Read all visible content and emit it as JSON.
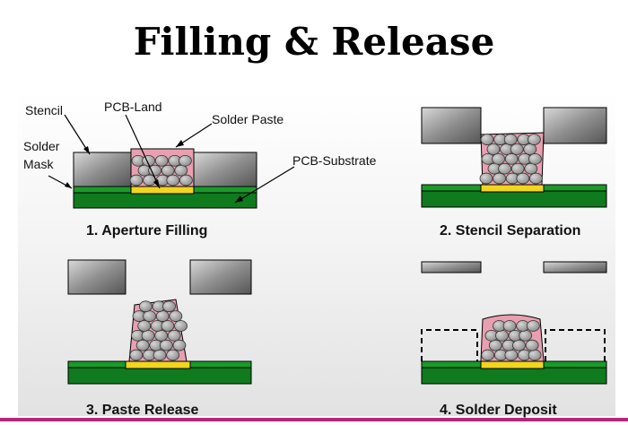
{
  "title": "Filling & Release",
  "labels": {
    "stencil": "Stencil",
    "pcb_land": "PCB-Land",
    "solder_paste": "Solder Paste",
    "solder": "Solder",
    "mask": "Mask",
    "pcb_substrate": "PCB-Substrate"
  },
  "steps": [
    "1. Aperture Filling",
    "2. Stencil Separation",
    "3. Paste Release",
    "4. Solder Deposit"
  ],
  "colors": {
    "substrate": "#0f7a1e",
    "land": "#f2d51f",
    "stencil": "#8a8a8a",
    "paste_ball": "#a6a6a6",
    "paste_flux": "#e8a0b0",
    "accent_line": "#b8247e"
  }
}
